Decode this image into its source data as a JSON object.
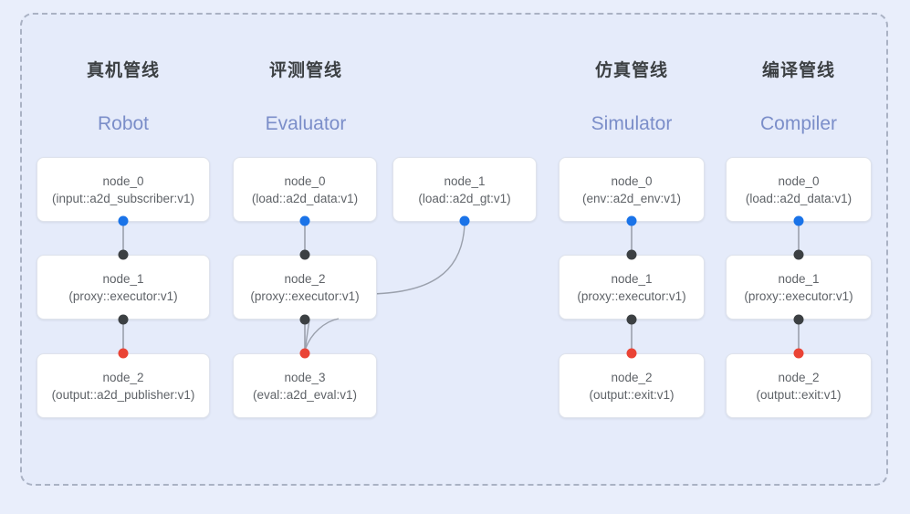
{
  "diagram": {
    "frame_style": "dashed",
    "background_color": "#e9eefb",
    "panel_color": "#e5ebfa",
    "port_colors": {
      "input": "#1a73e8",
      "middle": "#3c4043",
      "output": "#ea4335"
    },
    "columns": [
      {
        "title": "真机管线",
        "subtitle": "Robot",
        "nodes": [
          {
            "id": "node_0",
            "kind": "(input::a2d_subscriber:v1)"
          },
          {
            "id": "node_1",
            "kind": "(proxy::executor:v1)"
          },
          {
            "id": "node_2",
            "kind": "(output::a2d_publisher:v1)"
          }
        ]
      },
      {
        "title": "评测管线",
        "subtitle": "Evaluator",
        "nodes": [
          {
            "id": "node_0",
            "kind": "(load::a2d_data:v1)"
          },
          {
            "id": "node_1",
            "kind": "(load::a2d_gt:v1)"
          },
          {
            "id": "node_2",
            "kind": "(proxy::executor:v1)"
          },
          {
            "id": "node_3",
            "kind": "(eval::a2d_eval:v1)"
          }
        ]
      },
      {
        "title": "仿真管线",
        "subtitle": "Simulator",
        "nodes": [
          {
            "id": "node_0",
            "kind": "(env::a2d_env:v1)"
          },
          {
            "id": "node_1",
            "kind": "(proxy::executor:v1)"
          },
          {
            "id": "node_2",
            "kind": "(output::exit:v1)"
          }
        ]
      },
      {
        "title": "编译管线",
        "subtitle": "Compiler",
        "nodes": [
          {
            "id": "node_0",
            "kind": "(load::a2d_data:v1)"
          },
          {
            "id": "node_1",
            "kind": "(proxy::executor:v1)"
          },
          {
            "id": "node_2",
            "kind": "(output::exit:v1)"
          }
        ]
      }
    ]
  }
}
